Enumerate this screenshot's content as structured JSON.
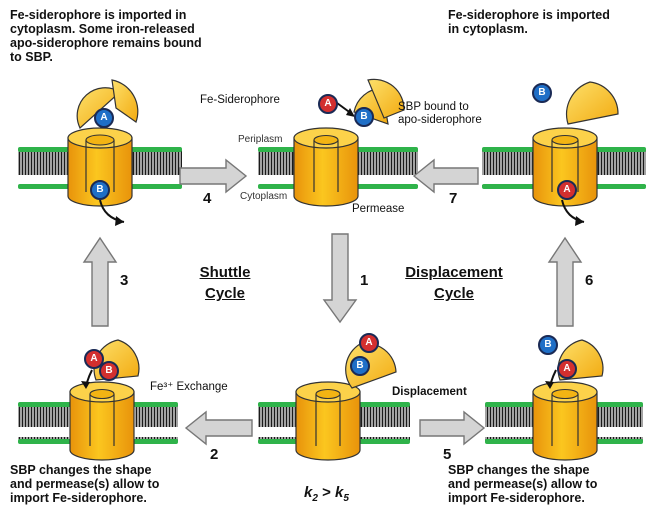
{
  "notes": {
    "top_left": "Fe-siderophore is imported in\ncytoplasm. Some iron-released\napo-siderophore remains bound\nto SBP.",
    "top_right": "Fe-siderophore is imported\nin cytoplasm.",
    "bottom_left": "SBP changes the shape\nand permease(s) allow to\nimport Fe-siderophore.",
    "bottom_right": "SBP changes the shape\nand permease(s) allow to\nimport Fe-siderophore."
  },
  "labels": {
    "fe_siderophore": "Fe-Siderophore",
    "sbp_bound": "SBP bound to\napo-siderophore",
    "periplasm": "Periplasm",
    "cytoplasm": "Cytoplasm",
    "permease": "Permease",
    "fe_exchange": "Fe³⁺ Exchange",
    "displacement": "Displacement"
  },
  "cycles": {
    "shuttle": "Shuttle\nCycle",
    "displacement": "Displacement\nCycle"
  },
  "steps": [
    "1",
    "2",
    "3",
    "4",
    "5",
    "6",
    "7"
  ],
  "rate": {
    "k2": "k",
    "k2_sub": "2",
    "gt": " > ",
    "k5": "k",
    "k5_sub": "5"
  },
  "markers": {
    "A": "A",
    "B": "B"
  },
  "colors": {
    "protein_yellow": "#f7c21b",
    "protein_orange": "#f5a80c",
    "lipid_green": "#2fb34a",
    "marker_blue": "#1f6fc7",
    "marker_red": "#d32f2f",
    "arrow_gray": "#cfcfcf"
  }
}
